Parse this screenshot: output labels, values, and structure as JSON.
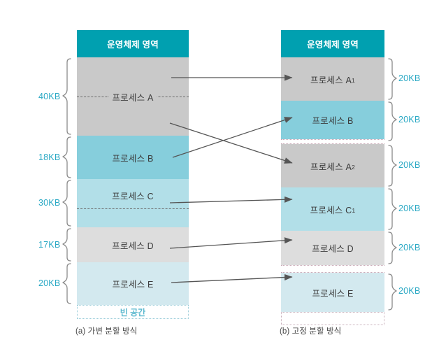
{
  "figure": {
    "title_a": "(a) 가변 분할 방식",
    "title_b": "(b) 고정 분할 방식",
    "os_area_label": "운영체제 영역",
    "empty_space_label": "빈 공간"
  },
  "colors": {
    "teal_header": "#00a0b0",
    "gray_block": "#c9c9c9",
    "gray_block_light": "#dddddd",
    "cyan_strong": "#86cedc",
    "cyan_mid": "#b2dfe8",
    "cyan_light": "#d3e9ef",
    "kb_label": "#29a8c4",
    "arrow": "#555555",
    "dash": "#6d6d6d"
  },
  "left": {
    "header": "운영체제 영역",
    "blocks": [
      {
        "label": "프로세스 A",
        "size": "40KB",
        "color": "#c9c9c9",
        "has_internal_dash": true
      },
      {
        "label": "프로세스 B",
        "size": "18KB",
        "color": "#86cedc",
        "has_internal_dash": false
      },
      {
        "label": "프로세스 C",
        "size": "30KB",
        "color": "#b2dfe8",
        "has_internal_dash": true
      },
      {
        "label": "프로세스 D",
        "size": "17KB",
        "color": "#dddddd",
        "has_internal_dash": false
      },
      {
        "label": "프로세스 E",
        "size": "20KB",
        "color": "#d3e9ef",
        "has_internal_dash": false
      }
    ],
    "empty_space": "빈 공간",
    "caption": "(a) 가변 분할 방식"
  },
  "right": {
    "header": "운영체제 영역",
    "blocks": [
      {
        "label": "프로세스 A",
        "sub": "1",
        "size": "20KB",
        "color": "#c9c9c9"
      },
      {
        "label": "프로세스 B",
        "sub": "",
        "size": "20KB",
        "color": "#86cedc"
      },
      {
        "label": "프로세스 A",
        "sub": "2",
        "size": "20KB",
        "color": "#c9c9c9"
      },
      {
        "label": "프로세스 C",
        "sub": "1",
        "size": "20KB",
        "color": "#b2dfe8"
      },
      {
        "label": "프로세스 D",
        "sub": "",
        "size": "20KB",
        "color": "#dddddd"
      },
      {
        "label": "프로세스 E",
        "sub": "",
        "size": "20KB",
        "color": "#d3e9ef"
      }
    ],
    "caption": "(b) 고정 분할 방식"
  },
  "mappings": [
    {
      "from": "프로세스 A",
      "to": "프로세스 A1"
    },
    {
      "from": "프로세스 A",
      "to": "프로세스 A2"
    },
    {
      "from": "프로세스 B",
      "to": "프로세스 B"
    },
    {
      "from": "프로세스 C",
      "to": "프로세스 C1"
    },
    {
      "from": "프로세스 D",
      "to": "프로세스 D"
    },
    {
      "from": "프로세스 E",
      "to": "프로세스 E"
    }
  ]
}
